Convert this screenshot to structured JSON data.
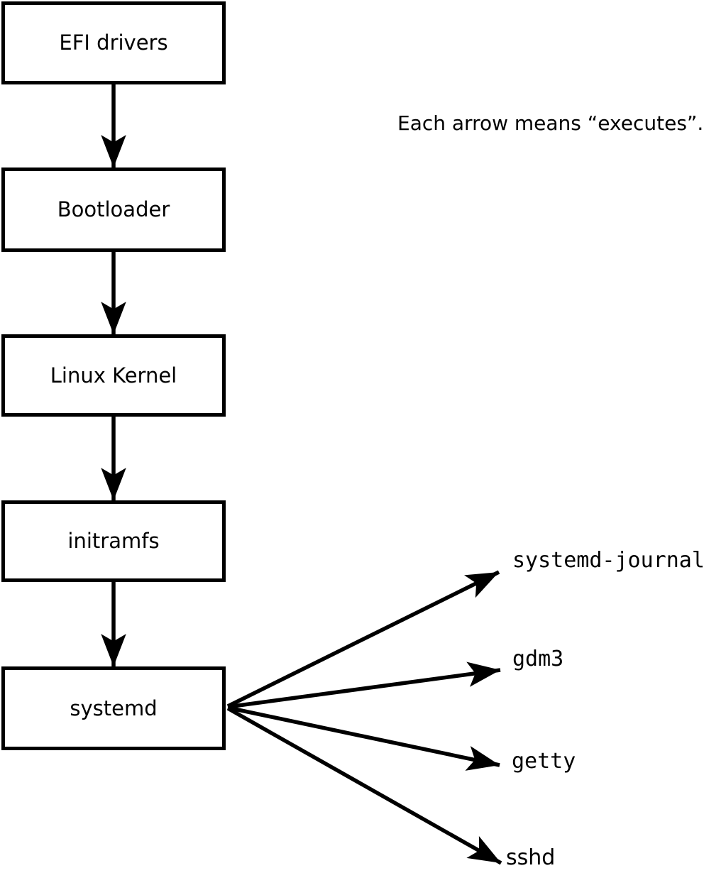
{
  "caption": "Each arrow means “executes”.",
  "chain": [
    {
      "id": "efi-drivers",
      "label": "EFI drivers"
    },
    {
      "id": "bootloader",
      "label": "Bootloader"
    },
    {
      "id": "linux-kernel",
      "label": "Linux Kernel"
    },
    {
      "id": "initramfs",
      "label": "initramfs"
    },
    {
      "id": "systemd",
      "label": "systemd"
    }
  ],
  "spawned": [
    {
      "id": "systemd-journal",
      "label": "systemd-journal"
    },
    {
      "id": "gdm3",
      "label": "gdm3"
    },
    {
      "id": "getty",
      "label": "getty"
    },
    {
      "id": "sshd",
      "label": "sshd"
    }
  ],
  "colors": {
    "line": "#000000",
    "box_fill": "#ffffff",
    "background": "#ffffff",
    "text": "#000000"
  }
}
